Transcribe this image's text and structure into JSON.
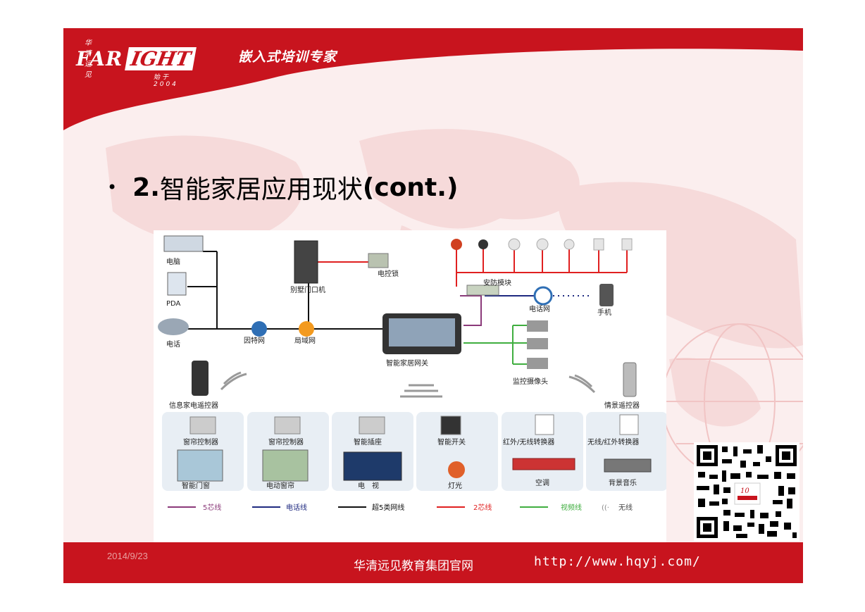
{
  "header": {
    "logo_top": "华 清 远 见",
    "logo_far": "FAR",
    "logo_ight": "IGHT",
    "logo_since": "始于 2004",
    "slogan": "嵌入式培训专家"
  },
  "title": {
    "bullet": "•",
    "number": "2.",
    "text": "智能家居应用现状",
    "suffix": "(cont.)"
  },
  "diagram": {
    "devices_left": [
      "电脑",
      "PDA",
      "电话"
    ],
    "network": [
      "因特网",
      "局域网"
    ],
    "door": "别墅门口机",
    "lock": "电控锁",
    "security": "安防模块",
    "phone_net": "电话网",
    "mobile": "手机",
    "gateway": "智能家居网关",
    "camera": "监控摄像头",
    "remote_left": "信息家电遥控器",
    "remote_right": "情景遥控器",
    "panels": [
      {
        "top": "窗帘控制器",
        "bottom": "智能门窗"
      },
      {
        "top": "窗帘控制器",
        "bottom": "电动窗帘"
      },
      {
        "top": "智能插座",
        "bottom": "电　视"
      },
      {
        "top": "智能开关",
        "bottom": "灯光"
      },
      {
        "top": "红外/无线转换器",
        "bottom": "空调"
      },
      {
        "top": "无线/红外转换器",
        "bottom": "背景音乐"
      }
    ],
    "legend": [
      {
        "label": "5芯线",
        "color": "#8b3a7a"
      },
      {
        "label": "电话线",
        "color": "#1f2a80"
      },
      {
        "label": "超5类网线",
        "color": "#111111"
      },
      {
        "label": "2芯线",
        "color": "#e02020"
      },
      {
        "label": "视频线",
        "color": "#3fae3f"
      },
      {
        "label": "无线",
        "color": "#666666"
      }
    ]
  },
  "footer": {
    "date": "2014/9/23",
    "site": "华清远见教育集团官网",
    "url": "http://www.hqyj.com/"
  },
  "colors": {
    "brand_red": "#c8141e"
  }
}
